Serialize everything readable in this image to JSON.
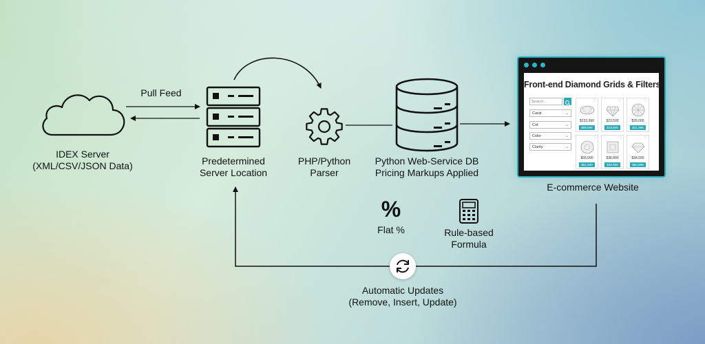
{
  "nodes": {
    "idex": {
      "line1": "IDEX Server",
      "line2": "(XML/CSV/JSON Data)"
    },
    "server": {
      "line1": "Predetermined",
      "line2": "Server Location"
    },
    "parser": {
      "line1": "PHP/Python",
      "line2": "Parser"
    },
    "db": {
      "line1": "Python Web-Service DB",
      "line2": "Pricing Markups Applied"
    },
    "website": {
      "label": "E-commerce Website"
    }
  },
  "edges": {
    "pull_feed": "Pull Feed"
  },
  "pricing": {
    "flat": {
      "symbol": "%",
      "label": "Flat %"
    },
    "rule": {
      "line1": "Rule-based",
      "line2": "Formula"
    }
  },
  "updates": {
    "line1": "Automatic Updates",
    "line2": "(Remove, Insert, Update)"
  },
  "mockup": {
    "title": "Front-end Diamond Grids & Filters",
    "search_placeholder": "Search...",
    "filters": [
      "Carat",
      "Cut",
      "Color",
      "Clarity"
    ],
    "products": [
      {
        "price": "$133,990",
        "button": "$99,999"
      },
      {
        "price": "$23,500",
        "button": "$19,600"
      },
      {
        "price": "$26,000",
        "button": "$21,995"
      },
      {
        "price": "$55,000",
        "button": "$51,500"
      },
      {
        "price": "$38,900",
        "button": "$35,899"
      },
      {
        "price": "$34,000",
        "button": "$64,999"
      }
    ]
  },
  "colors": {
    "accent": "#2aa9b9",
    "line": "#111111",
    "frame": "#151515"
  }
}
